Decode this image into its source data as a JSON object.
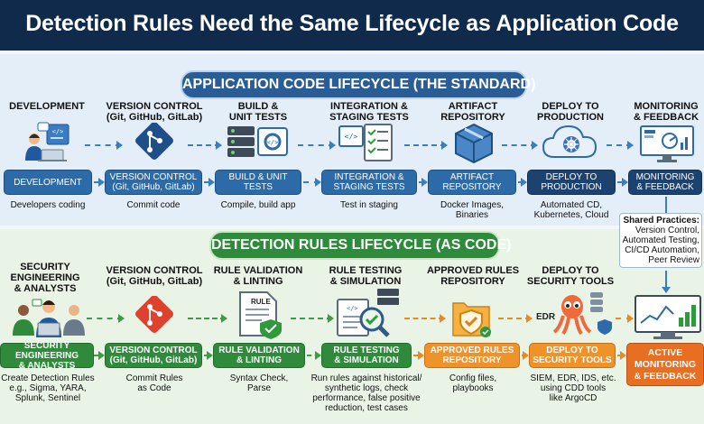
{
  "title": "Detection Rules Need the Same Lifecycle as Application Code",
  "top_banner": "APPLICATION CODE LIFECYCLE (THE STANDARD)",
  "bottom_banner": "DETECTION RULES LIFECYCLE (AS CODE)",
  "top_stages": [
    {
      "head": "DEVELOPMENT",
      "box": "DEVELOPMENT",
      "caption": "Developers coding",
      "icon": "developer-at-laptop-icon"
    },
    {
      "head": "VERSION CONTROL\n(Git, GitHub, GitLab)",
      "box": "VERSION CONTROL\n(Git, GitHub, GitLab)",
      "caption": "Commit code",
      "icon": "git-branch-icon"
    },
    {
      "head": "BUILD &\nUNIT TESTS",
      "box": "BUILD & UNIT\nTESTS",
      "caption": "Compile, build app",
      "icon": "server-gear-icon"
    },
    {
      "head": "INTEGRATION &\nSTAGING TESTS",
      "box": "INTEGRATION &\nSTAGING TESTS",
      "caption": "Test in staging",
      "icon": "code-checklist-icon"
    },
    {
      "head": "ARTIFACT\nREPOSITORY",
      "box": "ARTIFACT\nREPOSITORY",
      "caption": "Docker Images,\nBinaries",
      "icon": "package-cube-icon"
    },
    {
      "head": "DEPLOY TO\nPRODUCTION",
      "box": "DEPLOY TO\nPRODUCTION",
      "caption": "Automated CD,\nKubernetes, Cloud",
      "icon": "kubernetes-cloud-icon"
    },
    {
      "head": "MONITORING\n& FEEDBACK",
      "box": "MONITORING\n& FEEDBACK",
      "caption": "",
      "icon": "monitor-dashboard-icon"
    }
  ],
  "bottom_stages": [
    {
      "head": "SECURITY\nENGINEERING\n& ANALYSTS",
      "box": "SECURITY ENGINEERING\n& ANALYSTS",
      "caption": "Create Detection Rules\ne.g., Sigma, YARA,\nSplunk, Sentinel",
      "icon": "analysts-team-icon"
    },
    {
      "head": "VERSION CONTROL\n(Git, GitHub, GitLab)",
      "box": "VERSION CONTROL\n(Git, GitHub, GitLab)",
      "caption": "Commit Rules\nas Code",
      "icon": "git-branch-icon"
    },
    {
      "head": "RULE VALIDATION\n& LINTING",
      "box": "RULE VALIDATION\n& LINTING",
      "caption": "Syntax Check,\nParse",
      "icon": "rule-document-check-icon"
    },
    {
      "head": "RULE TESTING\n& SIMULATION",
      "box": "RULE TESTING\n& SIMULATION",
      "caption": "Run rules against historical/\nsynthetic logs, check\nperformance, false positive\nreduction, test cases",
      "icon": "magnifier-test-icon"
    },
    {
      "head": "APPROVED RULES\nREPOSITORY",
      "box": "APPROVED RULES\nREPOSITORY",
      "caption": "Config files,\nplaybooks",
      "icon": "approved-shield-icon"
    },
    {
      "head": "DEPLOY TO\nSECURITY TOOLS",
      "box": "DEPLOY TO\nSECURITY TOOLS",
      "caption": "SIEM, EDR, IDS, etc.\nusing CDD tools\nlike ArgoCD",
      "icon": "security-tools-octopus-icon",
      "icon_label": "EDR"
    },
    {
      "head": "",
      "box": "ACTIVE\nMONITORING\n& FEEDBACK",
      "caption": "",
      "icon": "monitor-charts-icon"
    }
  ],
  "icon_labels": {
    "rule_doc": "RULE"
  },
  "shared_practices": {
    "title": "Shared Practices:",
    "lines": [
      "Version Control,",
      "Automated Testing,",
      "CI/CD Automation,",
      "Peer Review"
    ]
  },
  "colors": {
    "title_bg": "#0f2a4a",
    "top_box": "#2d6aa8",
    "deploy_box": "#1c4270",
    "bottom_box": "#2f8a3c",
    "approved_box": "#f0922a"
  }
}
